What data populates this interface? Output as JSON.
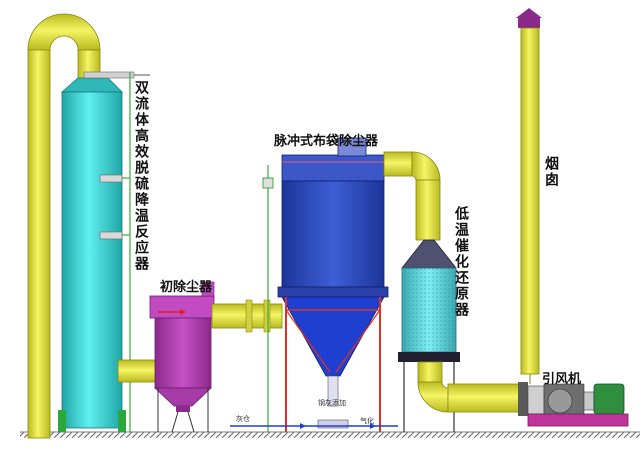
{
  "labels": {
    "desulfurization_reactor": "双流体高效脱硫降温反应器",
    "pre_dust_collector": "初除尘器",
    "bag_filter": "脉冲式布袋除尘器",
    "scr_reactor": "低温催化还原器",
    "chimney": "烟囱",
    "fan": "引风机"
  },
  "small_labels": {
    "left": "灰仓",
    "center": "钢灰添加",
    "right": "气化"
  },
  "colors": {
    "pipe_yellow": "#e8e83a",
    "reactor_cyan": "#3fd6d6",
    "bag_blue": "#2f4fc0",
    "hopper_blue": "#1f3fd0",
    "pre_magenta": "#b23cb2",
    "scr_cyan": "#5fd8e0",
    "fan_green": "#2f8f3f",
    "fan_magenta": "#c0359a",
    "ground": "#a0a0a0"
  }
}
